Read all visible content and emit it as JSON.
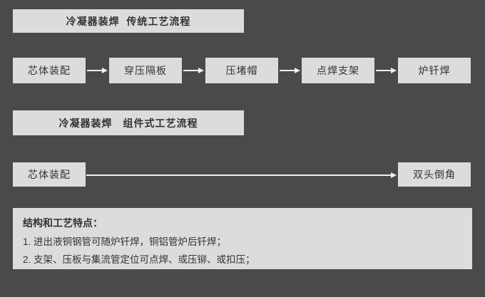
{
  "canvas": {
    "background": "#4a4a4a",
    "box_fill": "#dcdcdc",
    "text_color": "#333333",
    "arrow_color": "#efefef"
  },
  "traditional_flow": {
    "title": "冷凝器装焊  传统工艺流程",
    "steps": [
      "芯体装配",
      "穿压隔板",
      "压堵帽",
      "点焊支架",
      "炉钎焊"
    ]
  },
  "modular_flow": {
    "title": "冷凝器装焊　组件式工艺流程",
    "steps": [
      "芯体装配",
      "双头倒角"
    ]
  },
  "notes": {
    "title": "结构和工艺特点：",
    "items": [
      "1. 进出液铜钢管可随炉钎焊，铜铝管炉后钎焊；",
      "2. 支架、压板与集流管定位可点焊、或压铆、或扣压；"
    ]
  }
}
